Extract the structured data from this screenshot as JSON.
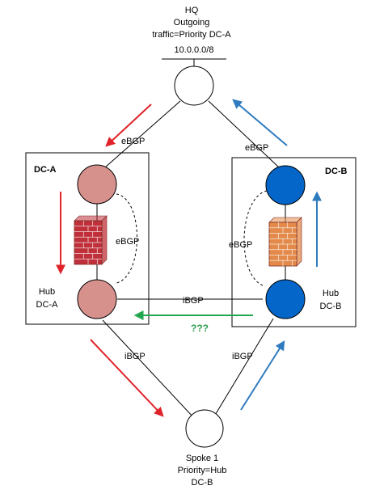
{
  "hq": {
    "title": "HQ",
    "line2": "Outgoing",
    "line3": "traffic=Priority DC-A",
    "prefix": "10.0.0.0/8"
  },
  "dc_a": {
    "label": "DC-A",
    "hub_line1": "Hub",
    "hub_line2": "DC-A",
    "ebgp_internal": "eBGP",
    "node_color": "#d6918d",
    "firewall_color": "#c0303a"
  },
  "dc_b": {
    "label": "DC-B",
    "hub_line1": "Hub",
    "hub_line2": "DC-B",
    "ebgp_internal": "eBGP",
    "node_color": "#0466c8",
    "firewall_color": "#e38a4a"
  },
  "links": {
    "hq_dca": "eBGP",
    "hq_dcb": "eBGP",
    "hub_hub": "iBGP",
    "dca_spoke": "iBGP",
    "dcb_spoke": "iBGP"
  },
  "question": "???",
  "spoke": {
    "line1": "Spoke 1",
    "line2": "Priority=Hub",
    "line3": "DC-B"
  },
  "colors": {
    "red_arrow": "#e0232a",
    "blue_arrow": "#2e7bbf",
    "green_arrow": "#22a74f"
  }
}
